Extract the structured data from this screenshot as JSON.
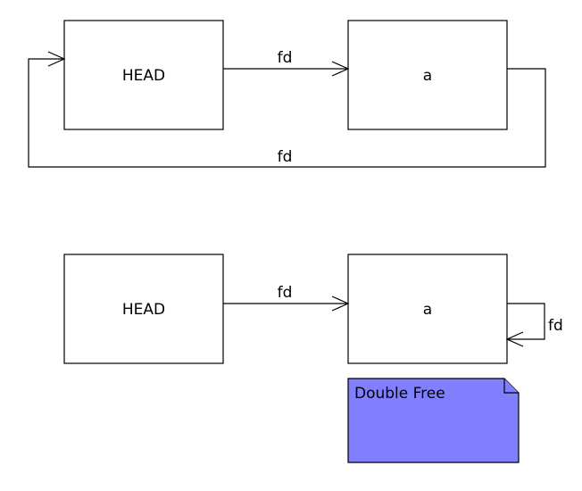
{
  "diagram_top": {
    "head_label": "HEAD",
    "node_label": "a",
    "edge_forward_label": "fd",
    "edge_back_label": "fd"
  },
  "diagram_bottom": {
    "head_label": "HEAD",
    "node_label": "a",
    "edge_forward_label": "fd",
    "self_loop_label": "fd"
  },
  "note": {
    "text": "Double Free",
    "color": "#8080ff"
  }
}
